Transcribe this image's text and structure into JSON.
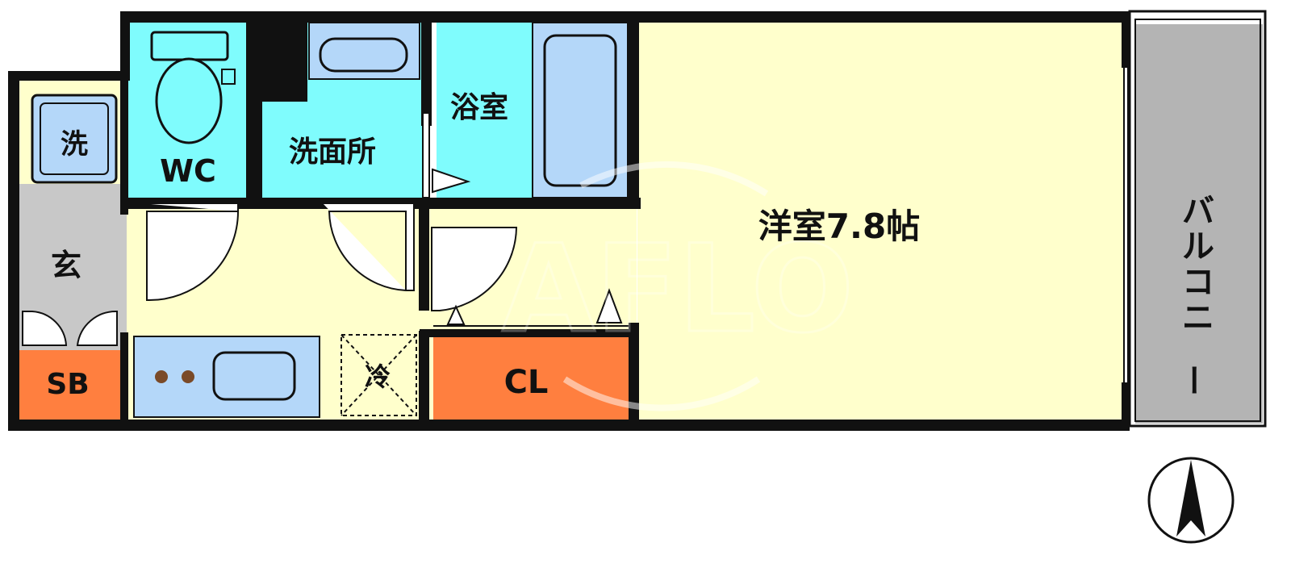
{
  "labels": {
    "wash": "洗",
    "wc": "WC",
    "washroom": "洗面所",
    "bath": "浴室",
    "room": "洋室7.8帖",
    "entrance": "玄",
    "sb": "SB",
    "fridge": "冷",
    "closet": "CL",
    "balcony": "バルコニー"
  },
  "watermark": "AFLO",
  "colors": {
    "wall": "#111111",
    "room": "#ffffcc",
    "wet_area": "#7ffcfd",
    "storage": "#ff7f3f",
    "entrance": "#c8c8c8",
    "balcony": "#b4b4b4",
    "fixture": "#b4d7f9"
  },
  "icons": [
    "toilet-icon",
    "sink-icon",
    "bathtub-icon",
    "washer-icon",
    "stove-icon",
    "north-arrow-icon"
  ]
}
